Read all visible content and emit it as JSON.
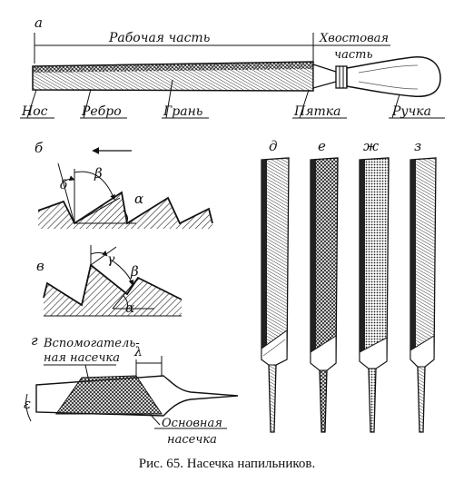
{
  "labels": {
    "a": "а",
    "working_part": "Рабочая часть",
    "shank_part_1": "Хвостовая",
    "shank_part_2": "часть",
    "nose": "Нос",
    "edge": "Ребро",
    "face": "Грань",
    "heel": "Пятка",
    "handle": "Ручка",
    "b": "б",
    "v": "в",
    "g": "г",
    "beta": "β",
    "delta": "δ",
    "alpha": "α",
    "gamma": "γ",
    "lambda": "λ",
    "epsilon": "ε",
    "aux_cut_1": "Вспомогатель-",
    "aux_cut_2": "ная насечка",
    "main_cut_1": "Основная",
    "main_cut_2": "насечка",
    "file_d": "д",
    "file_e": "е",
    "file_zh": "ж",
    "file_z": "з",
    "caption": "Рис. 65. Насечка напильников."
  }
}
